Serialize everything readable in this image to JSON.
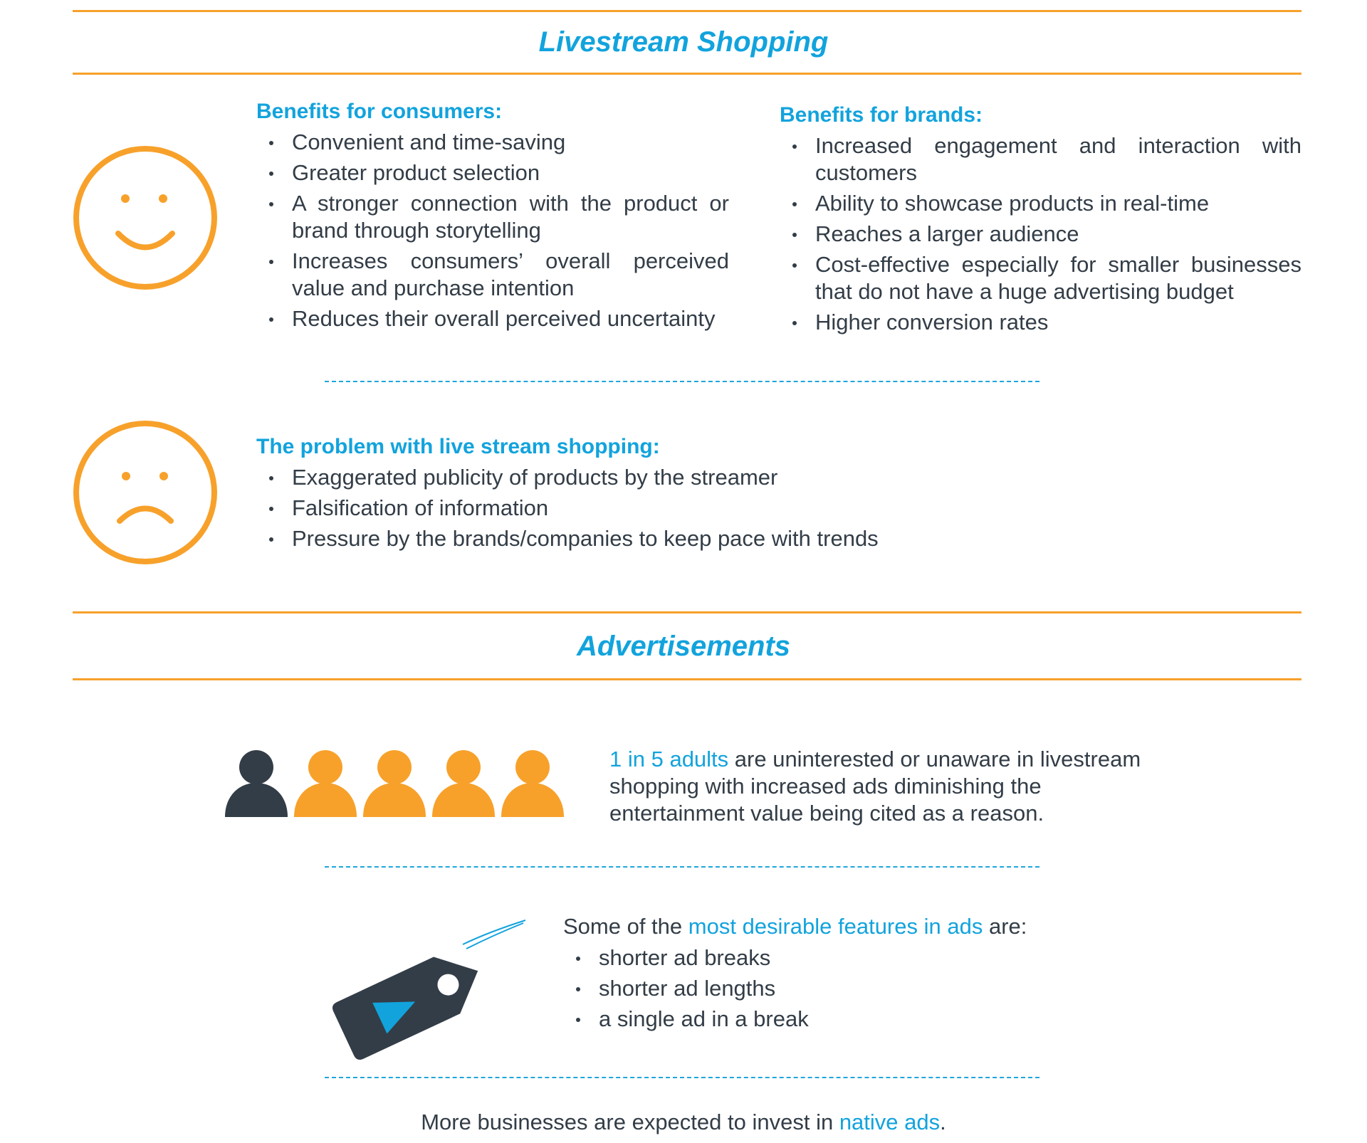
{
  "livestream": {
    "title": "Livestream Shopping",
    "consumers": {
      "heading": "Benefits for consumers:",
      "items": [
        "Convenient and time-saving",
        "Greater product selection",
        "A stronger connection with the product or brand through storytelling",
        "Increases consumers’ overall perceived value and purchase intention",
        "Reduces their overall perceived uncertainty"
      ]
    },
    "brands": {
      "heading": "Benefits for brands:",
      "items": [
        "Increased engagement and interaction with customers",
        "Ability to showcase products in real-time",
        "Reaches a larger audience",
        "Cost-effective especially for smaller businesses that do not have a huge advertising budget",
        "Higher conversion rates"
      ]
    },
    "problem": {
      "heading": "The problem with live stream shopping:",
      "items": [
        "Exaggerated publicity of products by the streamer",
        "Falsification of information",
        "Pressure by the brands/companies to keep pace with trends"
      ]
    }
  },
  "ads": {
    "title": "Advertisements",
    "stat": {
      "highlight": "1 in 5 adults",
      "rest": " are uninterested or unaware in livestream shopping with increased ads diminishing the entertainment value being cited as a reason."
    },
    "people": {
      "total": 5,
      "highlighted": 1
    },
    "features": {
      "intro_before": "Some of the ",
      "intro_highlight": "most desirable features in ads",
      "intro_after": " are:",
      "items": [
        "shorter ad breaks",
        "shorter ad lengths",
        "a single ad in a break"
      ]
    },
    "native": {
      "before": "More businesses are expected to invest in ",
      "highlight": "native ads",
      "after": "."
    }
  },
  "colors": {
    "orange": "#f7a12b",
    "blue": "#12a3dd",
    "dark": "#333d47"
  },
  "icons": [
    "smiley-face-icon",
    "sad-face-icon",
    "person-icon",
    "price-tag-icon"
  ]
}
